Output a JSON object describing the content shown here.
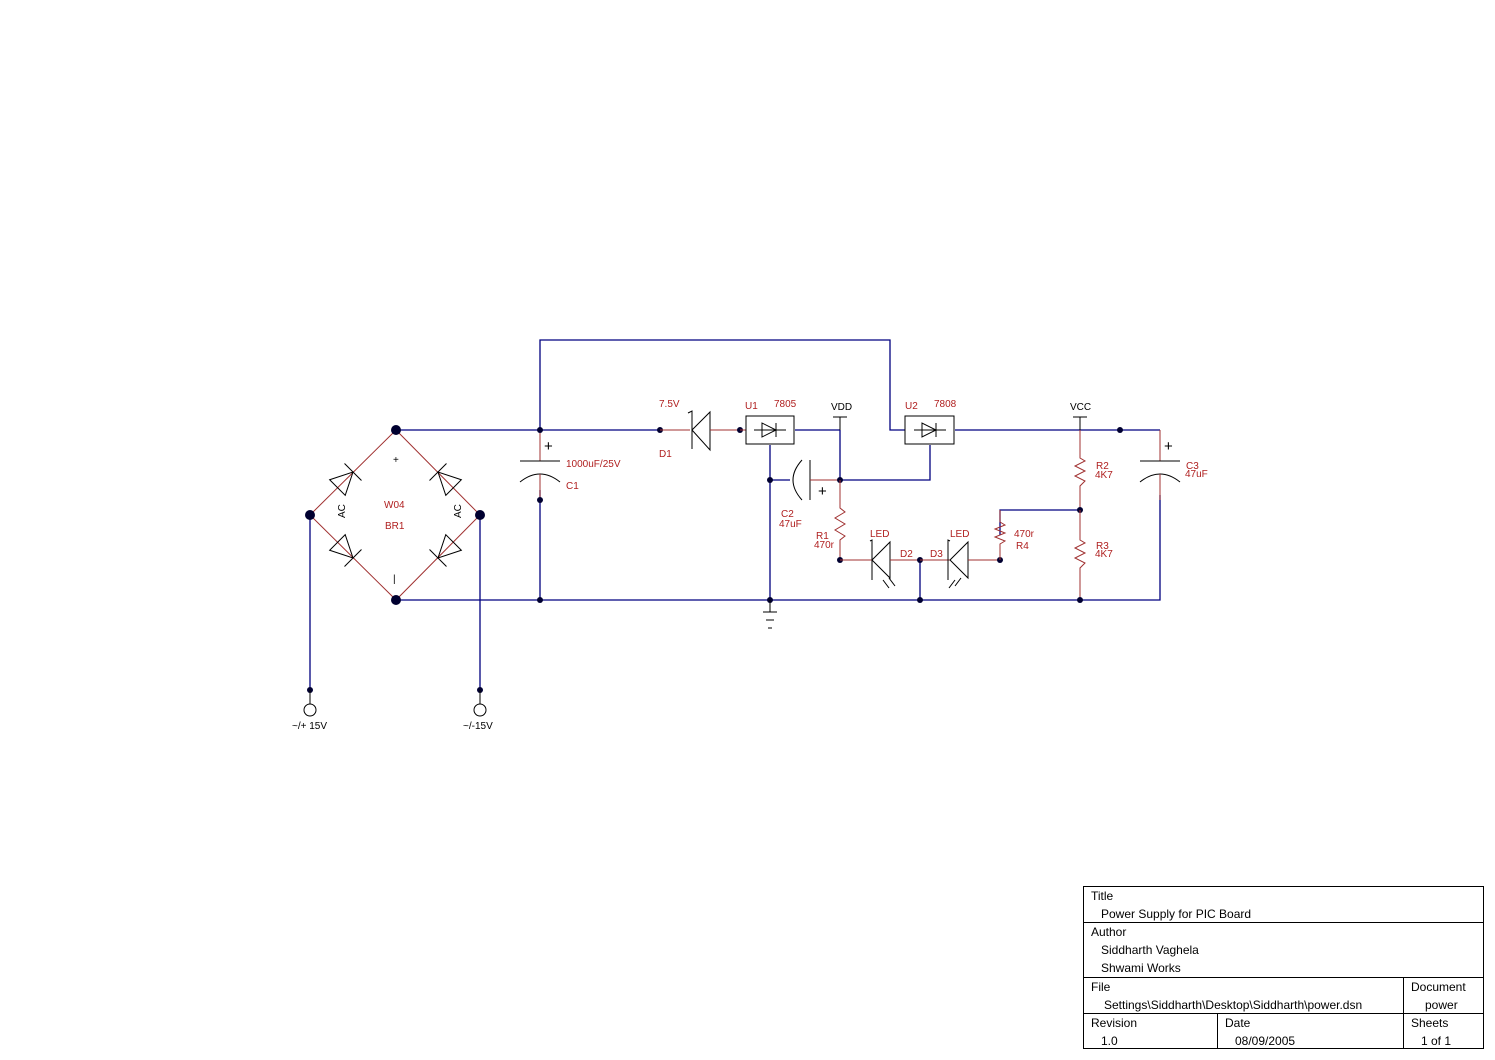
{
  "schematic": {
    "bridge": {
      "ref": "BR1",
      "part": "W04",
      "plus": "+",
      "minus": "|",
      "ac_left": "AC",
      "ac_right": "AC"
    },
    "terminals": {
      "left": "~/+ 15V",
      "right": "~/-15V"
    },
    "c1": {
      "ref": "C1",
      "value": "1000uF/25V",
      "plus": "+"
    },
    "d1": {
      "ref": "D1",
      "value": "7.5V"
    },
    "u1": {
      "ref": "U1",
      "value": "7805"
    },
    "u2": {
      "ref": "U2",
      "value": "7808"
    },
    "vdd": {
      "label": "VDD"
    },
    "vcc": {
      "label": "VCC"
    },
    "c2": {
      "ref": "C2",
      "value": "47uF",
      "plus": "+"
    },
    "r1": {
      "ref": "R1",
      "value": "470r"
    },
    "d2": {
      "ref": "D2",
      "value": "LED"
    },
    "d3": {
      "ref": "D3",
      "value": "LED"
    },
    "r4": {
      "ref": "R4",
      "value": "470r"
    },
    "r2": {
      "ref": "R2",
      "value": "4K7"
    },
    "r3": {
      "ref": "R3",
      "value": "4K7"
    },
    "c3": {
      "ref": "C3",
      "value": "47uF",
      "plus": "+"
    },
    "colors": {
      "wire": "#000080",
      "lead": "#a03030",
      "label": "#b02020"
    }
  },
  "title_block": {
    "title_label": "Title",
    "title": "Power Supply for PIC Board",
    "author_label": "Author",
    "author": "Siddharth Vaghela",
    "company": "Shwami Works",
    "file_label": "File",
    "file": "Settings\\Siddharth\\Desktop\\Siddharth\\power.dsn",
    "document_label": "Document",
    "document": "power",
    "revision_label": "Revision",
    "revision": "1.0",
    "date_label": "Date",
    "date": "08/09/2005",
    "sheets_label": "Sheets",
    "sheets": "1 of 1"
  }
}
